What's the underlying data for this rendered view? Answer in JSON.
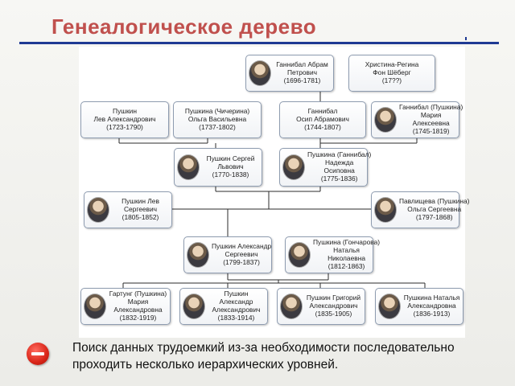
{
  "title": "Генеалогическое дерево",
  "people": [
    {
      "id": "abram",
      "lines": [
        "Ганнибал Абрам",
        "Петрович",
        "(1696-1781)"
      ],
      "portrait": true
    },
    {
      "id": "christina",
      "lines": [
        "Христина-Регина",
        "Фон Шёберг",
        "(17??)"
      ],
      "portrait": false
    },
    {
      "id": "lev_a",
      "lines": [
        "Пушкин",
        "Лев Александрович",
        "(1723-1790)"
      ],
      "portrait": false
    },
    {
      "id": "olga_v",
      "lines": [
        "Пушкина (Чичерина)",
        "Ольга Васильевна",
        "(1737-1802)"
      ],
      "portrait": false
    },
    {
      "id": "osip",
      "lines": [
        "Ганнибал",
        "Осип Абрамович",
        "(1744-1807)"
      ],
      "portrait": false
    },
    {
      "id": "maria_a",
      "lines": [
        "Ганнибал (Пушкина)",
        "Мария",
        "Алексеевна",
        "(1745-1819)"
      ],
      "portrait": true
    },
    {
      "id": "sergey",
      "lines": [
        "Пушкин Сергей",
        "Львович",
        "(1770-1838)"
      ],
      "portrait": true
    },
    {
      "id": "nadezhda",
      "lines": [
        "Пушкина (Ганнибал)",
        "Надежда",
        "Осиповна",
        "(1775-1836)"
      ],
      "portrait": true
    },
    {
      "id": "lev_s",
      "lines": [
        "Пушкин Лев",
        "Сергеевич",
        "(1805-1852)"
      ],
      "portrait": true
    },
    {
      "id": "olga_s",
      "lines": [
        "Павлищева (Пушкина)",
        "Ольга Сергеевна",
        "(1797-1868)"
      ],
      "portrait": true
    },
    {
      "id": "alexander",
      "lines": [
        "Пушкин Александр",
        "Сергеевич",
        "(1799-1837)"
      ],
      "portrait": true
    },
    {
      "id": "natalya_n",
      "lines": [
        "Пушкина (Гончарова)",
        "Наталья",
        "Николаевна",
        "(1812-1863)"
      ],
      "portrait": true
    },
    {
      "id": "maria_al",
      "lines": [
        "Гартунг (Пушкина)",
        "Мария",
        "Александровна",
        "(1832-1919)"
      ],
      "portrait": true
    },
    {
      "id": "alexander_al",
      "lines": [
        "Пушкин",
        "Александр",
        "Александрович",
        "(1833-1914)"
      ],
      "portrait": true
    },
    {
      "id": "grigory",
      "lines": [
        "Пушкин Григорий",
        "Александрович",
        "(1835-1905)"
      ],
      "portrait": true
    },
    {
      "id": "natalya_al",
      "lines": [
        "Пушкина Наталья",
        "Александровна",
        "(1836-1913)"
      ],
      "portrait": true
    }
  ],
  "note": "Поиск данных трудоемкий из-за необходимости последовательно проходить несколько иерархических уровней."
}
